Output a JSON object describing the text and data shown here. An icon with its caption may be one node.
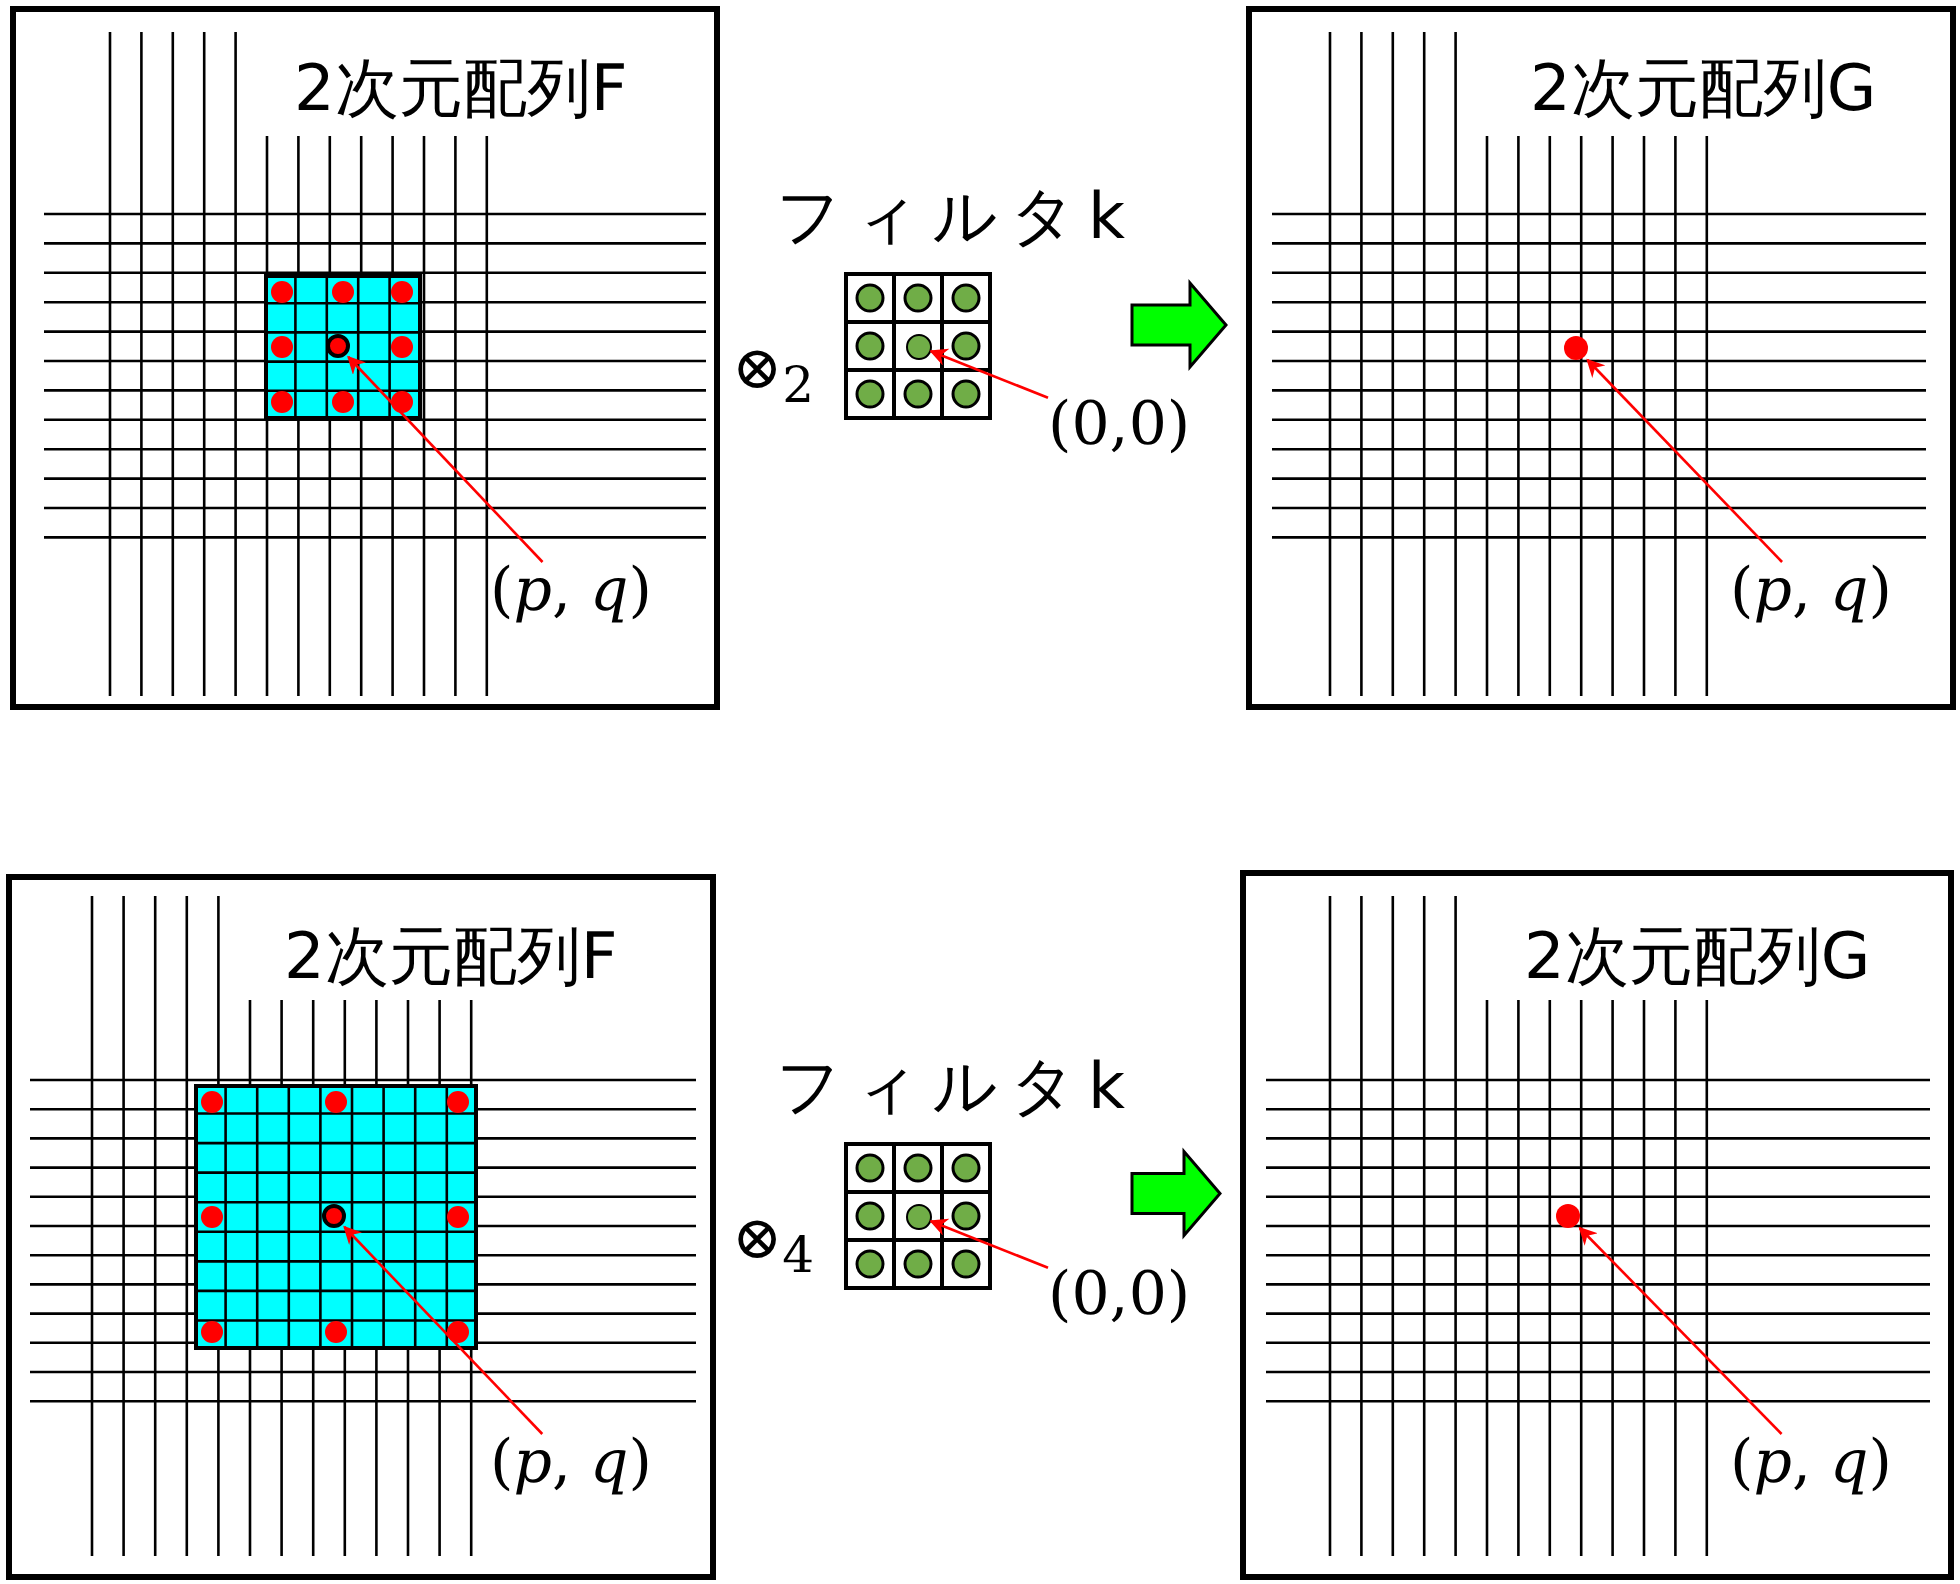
{
  "diagram": {
    "nodes": [
      {
        "text": [
          "2次元配列F"
        ]
      },
      {
        "text": [],
        "shape": "box",
        "in": 0
      },
      {
        "text": [],
        "shape": "circle",
        "in": 1
      },
      {
        "text": [
          "(*p*, *q*)"
        ],
        "in": 0
      },
      {
        "text": [
          "フィルタk"
        ]
      },
      {
        "text": [],
        "shape": "circle",
        "in": 4
      },
      {
        "text": [
          "(0,0)"
        ]
      },
      {
        "text": [
          "2次元配列G"
        ]
      },
      {
        "text": [],
        "shape": "circle",
        "in": 7
      },
      {
        "text": [
          "(*p*, *q*)"
        ],
        "in": 7
      },
      {
        "text": [
          "2次元配列F"
        ]
      },
      {
        "text": [],
        "shape": "box",
        "in": 10
      },
      {
        "text": [],
        "shape": "circle",
        "in": 11
      },
      {
        "text": [
          "(*p*, *q*)"
        ],
        "in": 10
      },
      {
        "text": [
          "フィルタk"
        ]
      },
      {
        "text": [],
        "shape": "circle",
        "in": 14
      },
      {
        "text": [
          "(0,0)"
        ]
      },
      {
        "text": [
          "2次元配列G"
        ]
      },
      {
        "text": [],
        "shape": "circle",
        "in": 17
      },
      {
        "text": [
          "(*p*, *q*)"
        ],
        "in": 17
      }
    ],
    "edges": [
      {
        "from": 3,
        "to": 2,
        "arrow": "to"
      },
      {
        "from": 6,
        "to": 5,
        "arrow": "to"
      },
      {
        "from": 4,
        "to": 7,
        "arrow": "to",
        "style": "thick",
        "color": "#00ff00"
      },
      {
        "from": 9,
        "to": 8,
        "arrow": "to"
      },
      {
        "from": 13,
        "to": 12,
        "arrow": "to"
      },
      {
        "from": 16,
        "to": 15,
        "arrow": "to"
      },
      {
        "from": 14,
        "to": 17,
        "arrow": "to",
        "style": "thick",
        "color": "#00ff00"
      },
      {
        "from": 19,
        "to": 18,
        "arrow": "to"
      }
    ],
    "labels": [
      "⊗$_{2}$",
      "⊗$_{4}$"
    ]
  }
}
